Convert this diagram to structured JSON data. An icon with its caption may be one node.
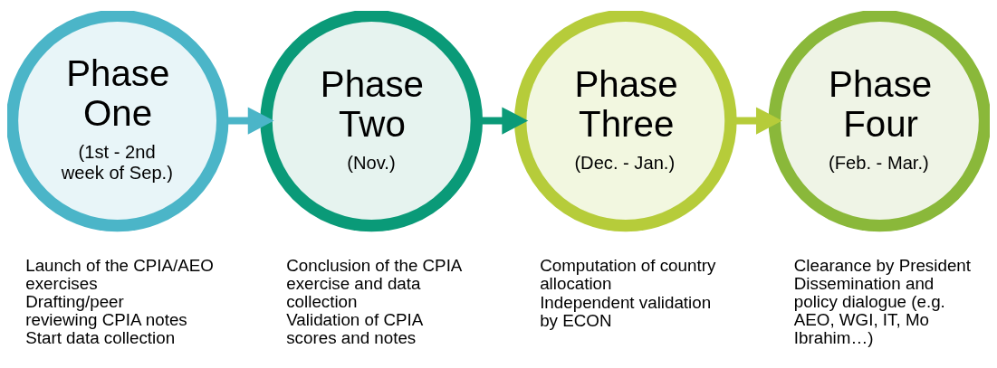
{
  "diagram": {
    "nodes": [
      {
        "text": [
          "Phase One",
          "(1st - 2nd week of Sep.)"
        ],
        "beside": [
          "Launch of the CPIA/AEO exercises",
          "Drafting/peer reviewing CPIA notes",
          "Start data collection"
        ]
      },
      {
        "text": [
          "Phase Two",
          "(Nov.)"
        ],
        "beside": [
          "Conclusion of the CPIA exercise and data collection",
          "Validation of CPIA scores and notes"
        ]
      },
      {
        "text": [
          "Phase Three",
          "(Dec. - Jan.)"
        ],
        "beside": [
          "Computation of country allocation",
          "Independent validation by ECON"
        ]
      },
      {
        "text": [
          "Phase Four",
          "(Feb. - Mar.)"
        ],
        "beside": [
          "Clearance by President",
          "Dissemination and policy dialogue (e.g. AEO, WGI, IT, Mo Ibrahim…)"
        ]
      }
    ],
    "edges": [
      {
        "from": 0,
        "to": 1,
        "arrow": "to",
        "color": "#4bb5c8"
      },
      {
        "from": 1,
        "to": 2,
        "arrow": "to",
        "color": "#0a9a78"
      },
      {
        "from": 2,
        "to": 3,
        "arrow": "to",
        "color": "#b6cc3a"
      }
    ]
  }
}
